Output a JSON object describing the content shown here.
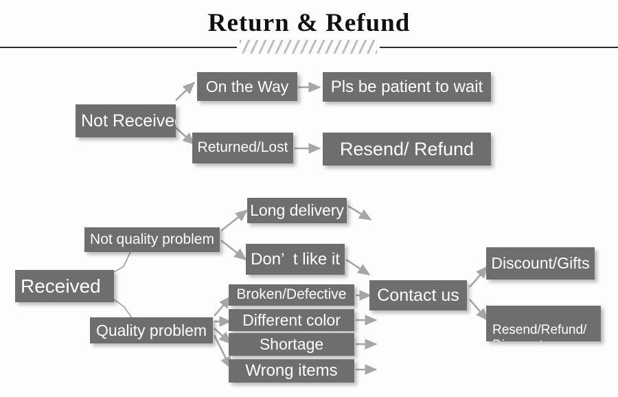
{
  "header": {
    "title": "Return & Refund",
    "watermark": " "
  },
  "diagram": {
    "box_fill": "#6e6e6e",
    "box_text_color": "#ffffff",
    "connector_color": "#a6a6a6",
    "nodes": {
      "not_received": "Not Received",
      "on_the_way": "On the Way",
      "returned_lost": "Returned/Lost",
      "pls_be_patient": "Pls be patient to wait",
      "resend_refund": "Resend/ Refund",
      "received": "Received",
      "not_quality_problem": "Not quality problem",
      "quality_problem": "Quality problem",
      "long_delivery": "Long delivery",
      "dont_like_it": "Don’  t like it",
      "broken_defective": "Broken/Defective",
      "different_color": "Different color",
      "shortage": "Shortage",
      "wrong_items": "Wrong items",
      "contact_us": "Contact us",
      "discount_gifts": "Discount/Gifts",
      "resend_refund_discount": "Resend/Refund/\nDiscount"
    }
  }
}
